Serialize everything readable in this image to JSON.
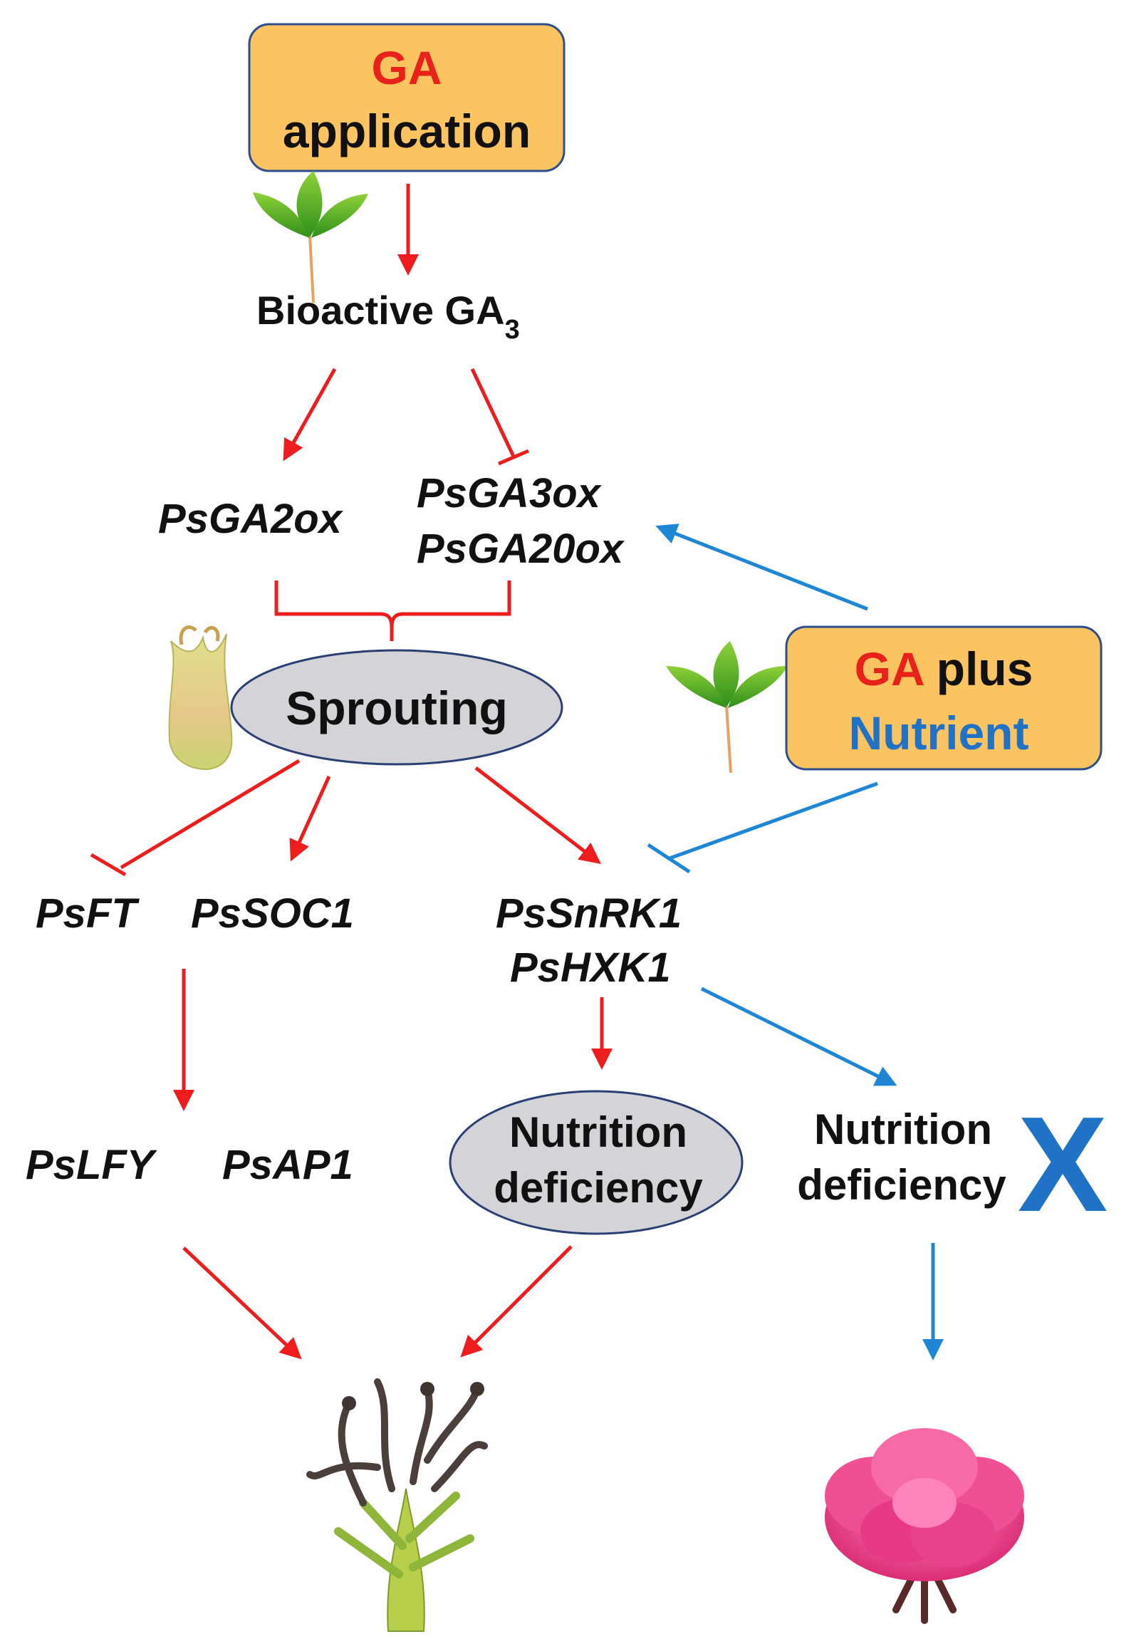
{
  "colors": {
    "activation": "#ee1c1c",
    "nutrient_path": "#1f86d6",
    "box_fill": "#fcc460",
    "box_border": "#2e4d8c",
    "ellipse_fill": "#d4d4d8",
    "ellipse_border": "#2a3f73",
    "text": "#111111"
  },
  "box_ga": {
    "line1": "GA",
    "line2": "application"
  },
  "box_combo": {
    "line1_a": "GA",
    "line1_b": "plus",
    "line2": "Nutrient"
  },
  "bioactive": {
    "main": "Bioactive GA",
    "sub": "3"
  },
  "genes": {
    "ga2ox": "PsGA2ox",
    "ga3ox": "PsGA3ox",
    "ga20ox": "PsGA20ox",
    "ft": "PsFT",
    "soc1": "PsSOC1",
    "snrk1": "PsSnRK1",
    "hxk1": "PsHXK1",
    "lfy": "PsLFY",
    "ap1": "PsAP1"
  },
  "sprouting": "Sprouting",
  "nutrition_left": {
    "line1": "Nutrition",
    "line2": "deficiency"
  },
  "nutrition_right": {
    "line1": "Nutrition",
    "line2": "deficiency"
  },
  "cross_mark": "X",
  "icons": {
    "leaf_top": "leaf-icon",
    "leaf_right": "leaf-icon",
    "bud": "sprouting-bud-icon",
    "withered": "withered-bud-icon",
    "flower": "peony-flower-icon"
  }
}
